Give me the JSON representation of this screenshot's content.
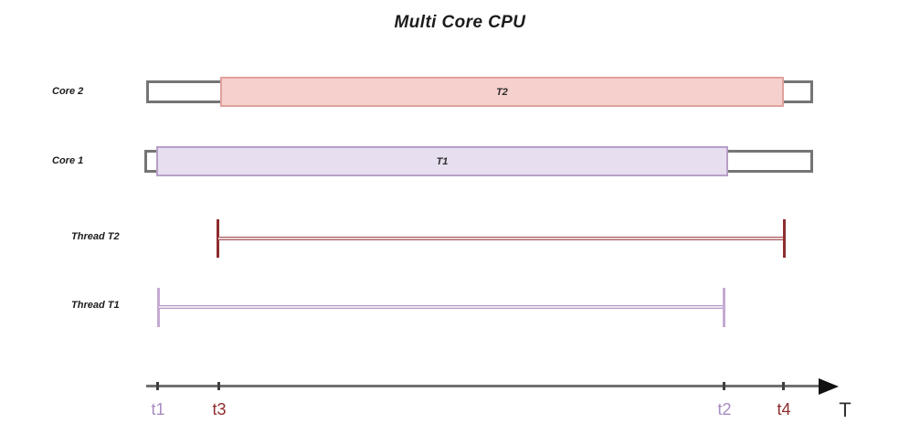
{
  "title": "Multi Core CPU",
  "colors": {
    "t2-fill": "#f6d0cd",
    "t2-border": "#dfa19d",
    "t1-fill": "#e7def0",
    "t1-border": "#b79fc8",
    "thread-t2": "#8e2c2f",
    "thread-t1": "#c5aad3",
    "axis": "#707070",
    "tick-label-purple": "#a78cc0",
    "tick-label-red": "#8f2b2e"
  },
  "cores": {
    "core2": {
      "label": "Core 2",
      "task": "T2",
      "task_start": "t3",
      "task_end": "t4"
    },
    "core1": {
      "label": "Core 1",
      "task": "T1",
      "task_start": "t1",
      "task_end": "t2"
    }
  },
  "threads": {
    "t2": {
      "label": "Thread T2",
      "start": "t3",
      "end": "t4"
    },
    "t1": {
      "label": "Thread T1",
      "start": "t1",
      "end": "t2"
    }
  },
  "axis": {
    "label": "T",
    "ticks": [
      {
        "label": "t1",
        "color": "#a78cc0"
      },
      {
        "label": "t3",
        "color": "#8f2b2e"
      },
      {
        "label": "t2",
        "color": "#a78cc0"
      },
      {
        "label": "t4",
        "color": "#8f2b2e"
      }
    ]
  }
}
